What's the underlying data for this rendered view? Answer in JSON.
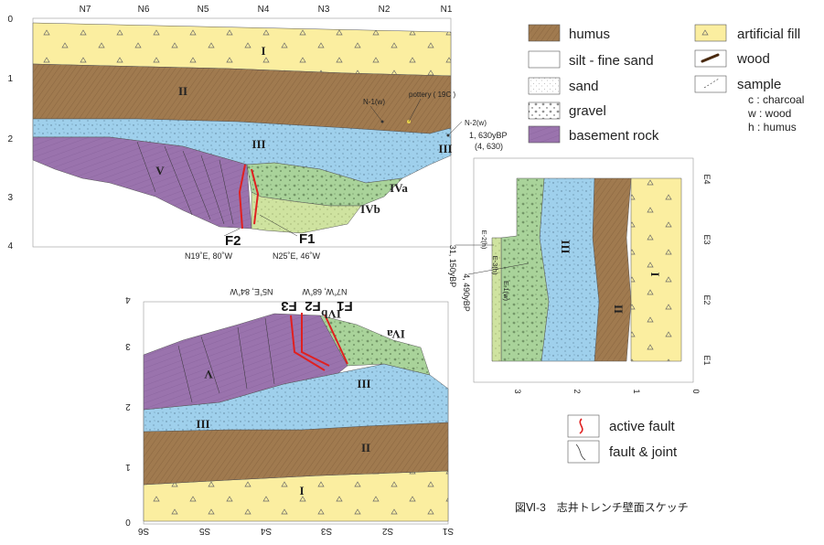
{
  "north_wall": {
    "top_ticks": [
      "N7",
      "N6",
      "N5",
      "N4",
      "N3",
      "N2",
      "N1"
    ],
    "depth_ticks": [
      "0",
      "1",
      "2",
      "3",
      "4"
    ],
    "units": {
      "I": "I",
      "II": "II",
      "III": "III",
      "III_b": "III",
      "IVa": "IVa",
      "IVb": "IVb",
      "V": "V"
    },
    "samples": {
      "n1": "N-1(w)",
      "n2": "N-2(w)",
      "pottery": "pottery ( 19C )"
    },
    "dates": {
      "c14": "1, 630yBP",
      "cal": "(4, 630)"
    },
    "faults": {
      "f1": "F1",
      "f2": "F2"
    },
    "orientations": {
      "f2": "N19˚E, 80˚W",
      "f1": "N25˚E, 46˚W"
    }
  },
  "south_wall": {
    "bottom_ticks": [
      "S6",
      "S5",
      "S4",
      "S3",
      "S2",
      "S1"
    ],
    "depth_ticks": [
      "0",
      "1",
      "2",
      "3",
      "4"
    ],
    "units": {
      "I": "I",
      "II": "II",
      "III": "III",
      "III_b": "III",
      "IVa": "IVa",
      "IVb": "IVb",
      "V": "V"
    },
    "faults": {
      "f1": "F1",
      "f2": "F2",
      "f3": "F3"
    },
    "orientations": {
      "f3": "N5˚E, 84˚W",
      "f1": "N7˚W, 68˚W"
    }
  },
  "east_wall": {
    "side_ticks": [
      "E4",
      "E3",
      "E2",
      "E1"
    ],
    "depth_ticks": [
      "3",
      "2",
      "1",
      "0"
    ],
    "units": {
      "I": "I",
      "II": "II",
      "III": "III"
    },
    "samples": {
      "e2": "E-2(h)",
      "e3": "E-3(h)",
      "e1": "E-1(w)"
    },
    "dates": {
      "d1": "31, 150yBP",
      "d2": "4, 490yBP"
    }
  },
  "legend": {
    "items": [
      {
        "key": "humus",
        "label": "humus",
        "color": "#a07a4f"
      },
      {
        "key": "silt",
        "label": "silt - fine sand",
        "color": "#ffffff"
      },
      {
        "key": "sand",
        "label": "sand",
        "color": "#ffffff"
      },
      {
        "key": "gravel",
        "label": "gravel",
        "color": "#ffffff"
      },
      {
        "key": "basement",
        "label": "basement rock",
        "color": "#9a73ad"
      },
      {
        "key": "fill",
        "label": "artificial fill",
        "color": "#fbeea0"
      },
      {
        "key": "wood",
        "label": "wood",
        "color": "#ffffff"
      },
      {
        "key": "sample",
        "label": "sample",
        "color": "#ffffff"
      }
    ],
    "abbrev": [
      "c : charcoal",
      "w : wood",
      "h : humus"
    ],
    "fault_items": [
      {
        "label": "active fault",
        "color": "#e02020"
      },
      {
        "label": "fault & joint",
        "color": "#333333"
      }
    ]
  },
  "caption": "図Ⅵ-3　志井トレンチ壁面スケッチ",
  "colors": {
    "fill": "#fbeea0",
    "humus": "#a07a4f",
    "sand_blue": "#9fd0ec",
    "gravel_green": "#a9d39a",
    "fine_green": "#cfe3a0",
    "basement": "#9a73ad",
    "active_fault": "#e02020"
  }
}
